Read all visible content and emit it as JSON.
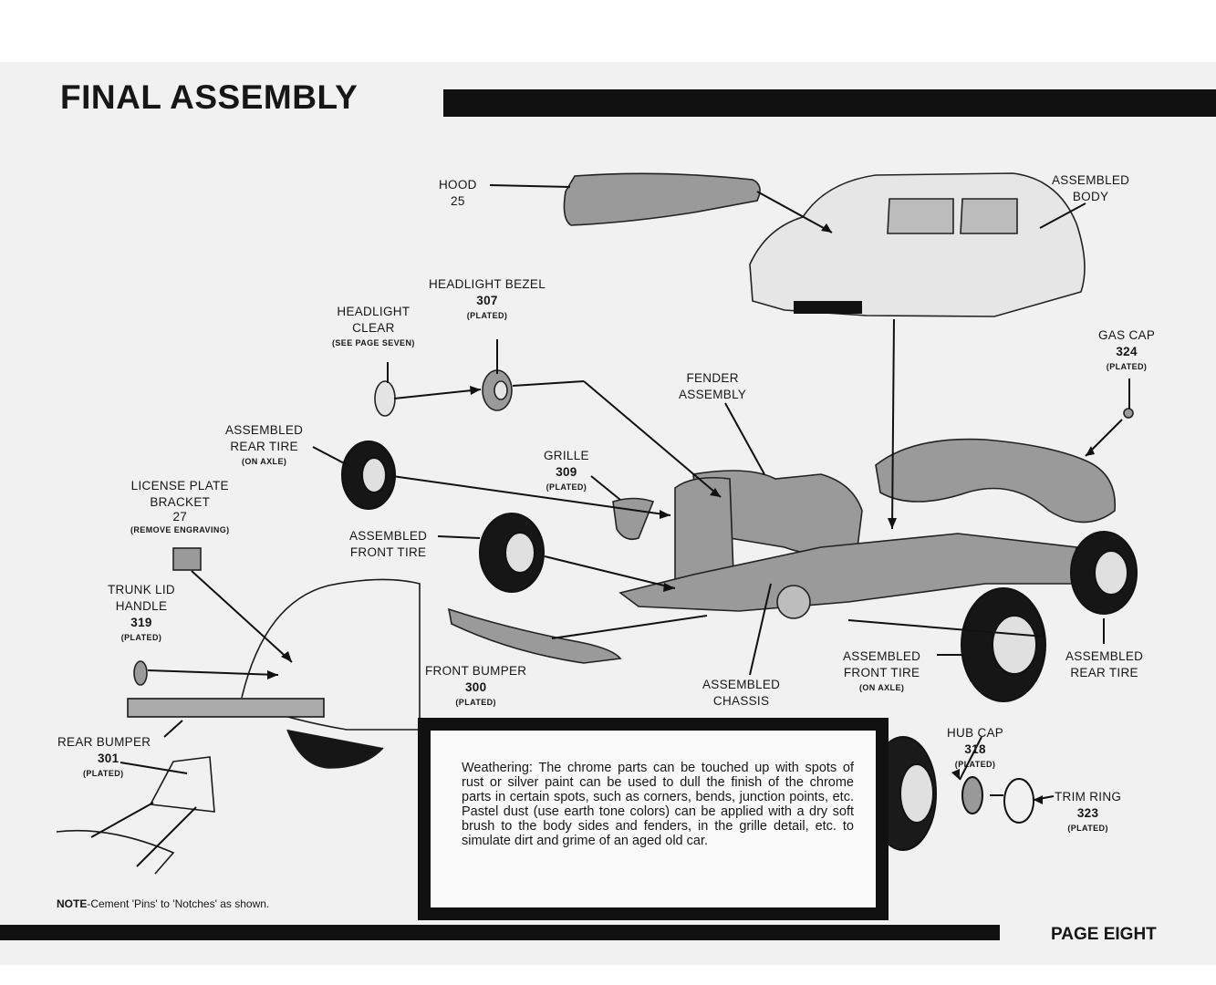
{
  "page": {
    "title": "FINAL ASSEMBLY",
    "footer_page": "PAGE EIGHT",
    "note_label": "NOTE",
    "note_text": "-Cement 'Pins' to 'Notches' as shown."
  },
  "callouts": {
    "hood": {
      "name": "HOOD",
      "num": "25"
    },
    "assembled_body": {
      "line1": "ASSEMBLED",
      "line2": "BODY"
    },
    "headlight_bezel": {
      "name": "HEADLIGHT BEZEL",
      "num": "307",
      "note": "(PLATED)"
    },
    "headlight_clear": {
      "line1": "HEADLIGHT",
      "line2": "CLEAR",
      "note": "(SEE PAGE SEVEN)"
    },
    "gas_cap": {
      "name": "GAS CAP",
      "num": "324",
      "note": "(PLATED)"
    },
    "fender_assembly": {
      "line1": "FENDER",
      "line2": "ASSEMBLY"
    },
    "rear_tire_axle": {
      "line1": "ASSEMBLED",
      "line2": "REAR TIRE",
      "note": "(ON AXLE)"
    },
    "grille": {
      "name": "GRILLE",
      "num": "309",
      "note": "(PLATED)"
    },
    "license_bracket": {
      "line1": "LICENSE PLATE",
      "line2": "BRACKET",
      "num": "27",
      "note": "(REMOVE ENGRAVING)"
    },
    "front_tire_left": {
      "line1": "ASSEMBLED",
      "line2": "FRONT TIRE"
    },
    "trunk_handle": {
      "line1": "TRUNK LID",
      "line2": "HANDLE",
      "num": "319",
      "note": "(PLATED)"
    },
    "front_bumper": {
      "name": "FRONT BUMPER",
      "num": "300",
      "note": "(PLATED)"
    },
    "assembled_chassis": {
      "line1": "ASSEMBLED",
      "line2": "CHASSIS"
    },
    "front_tire_axle": {
      "line1": "ASSEMBLED",
      "line2": "FRONT TIRE",
      "note": "(ON AXLE)"
    },
    "rear_tire_right": {
      "line1": "ASSEMBLED",
      "line2": "REAR TIRE"
    },
    "rear_bumper": {
      "name": "REAR BUMPER",
      "num": "301",
      "note": "(PLATED)"
    },
    "hub_cap": {
      "name": "HUB CAP",
      "num": "318",
      "note": "(PLATED)"
    },
    "trim_ring": {
      "name": "TRIM RING",
      "num": "323",
      "note": "(PLATED)"
    }
  },
  "weathering": {
    "text": "Weathering: The chrome parts can be touched up with spots of rust or silver paint can be used to dull the finish of the chrome parts in certain spots, such as corners, bends, junction points, etc. Pastel dust (use earth tone colors) can be applied with a dry soft brush to the body sides and fenders, in the grille detail, etc. to simulate dirt and grime of an aged old car."
  }
}
